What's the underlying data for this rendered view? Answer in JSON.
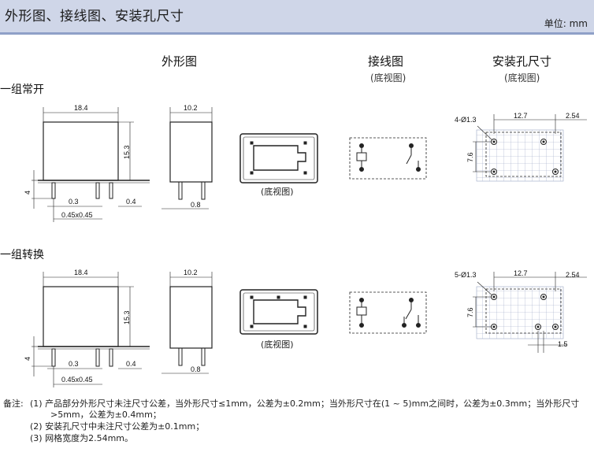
{
  "header": {
    "title": "外形图、接线图、安装孔尺寸",
    "unit": "单位: mm"
  },
  "columns": {
    "outline": "外形图",
    "wiring": "接线图",
    "wiring_sub": "(底视图)",
    "mounting": "安装孔尺寸",
    "mounting_sub": "(底视图)"
  },
  "groups": [
    {
      "label": "一组常开",
      "bottom_view": "(底视图)",
      "dims": {
        "width": "18.4",
        "height": "15.3",
        "pin_len": "4",
        "pin_gap": "0.3",
        "pin_size": "0.45x0.45",
        "pin_side": "0.4",
        "depth": "10.2",
        "side_pin": "0.8",
        "hole": "4-Ø1.3",
        "pitch_x": "12.7",
        "pitch_edge": "2.54",
        "pitch_y": "7.6"
      }
    },
    {
      "label": "一组转换",
      "bottom_view": "(底视图)",
      "dims": {
        "width": "18.4",
        "height": "15.3",
        "pin_len": "4",
        "pin_gap": "0.3",
        "pin_size": "0.45x0.45",
        "pin_side": "0.4",
        "depth": "10.2",
        "side_pin": "0.8",
        "hole": "5-Ø1.3",
        "pitch_x": "12.7",
        "pitch_edge": "2.54",
        "pitch_y": "7.6",
        "offset": "1.5"
      }
    }
  ],
  "notes": {
    "label": "备注:",
    "n1": "(1)  产品部分外形尺寸未注尺寸公差，当外形尺寸≤1mm，公差为±0.2mm；当外形尺寸在(1 ~ 5)mm之间时，公差为±0.3mm；当外形尺寸",
    "n1b": ">5mm，公差为±0.4mm；",
    "n2": "(2)  安装孔尺寸中未注尺寸公差为±0.1mm；",
    "n3": "(3)  网格宽度为2.54mm。"
  }
}
